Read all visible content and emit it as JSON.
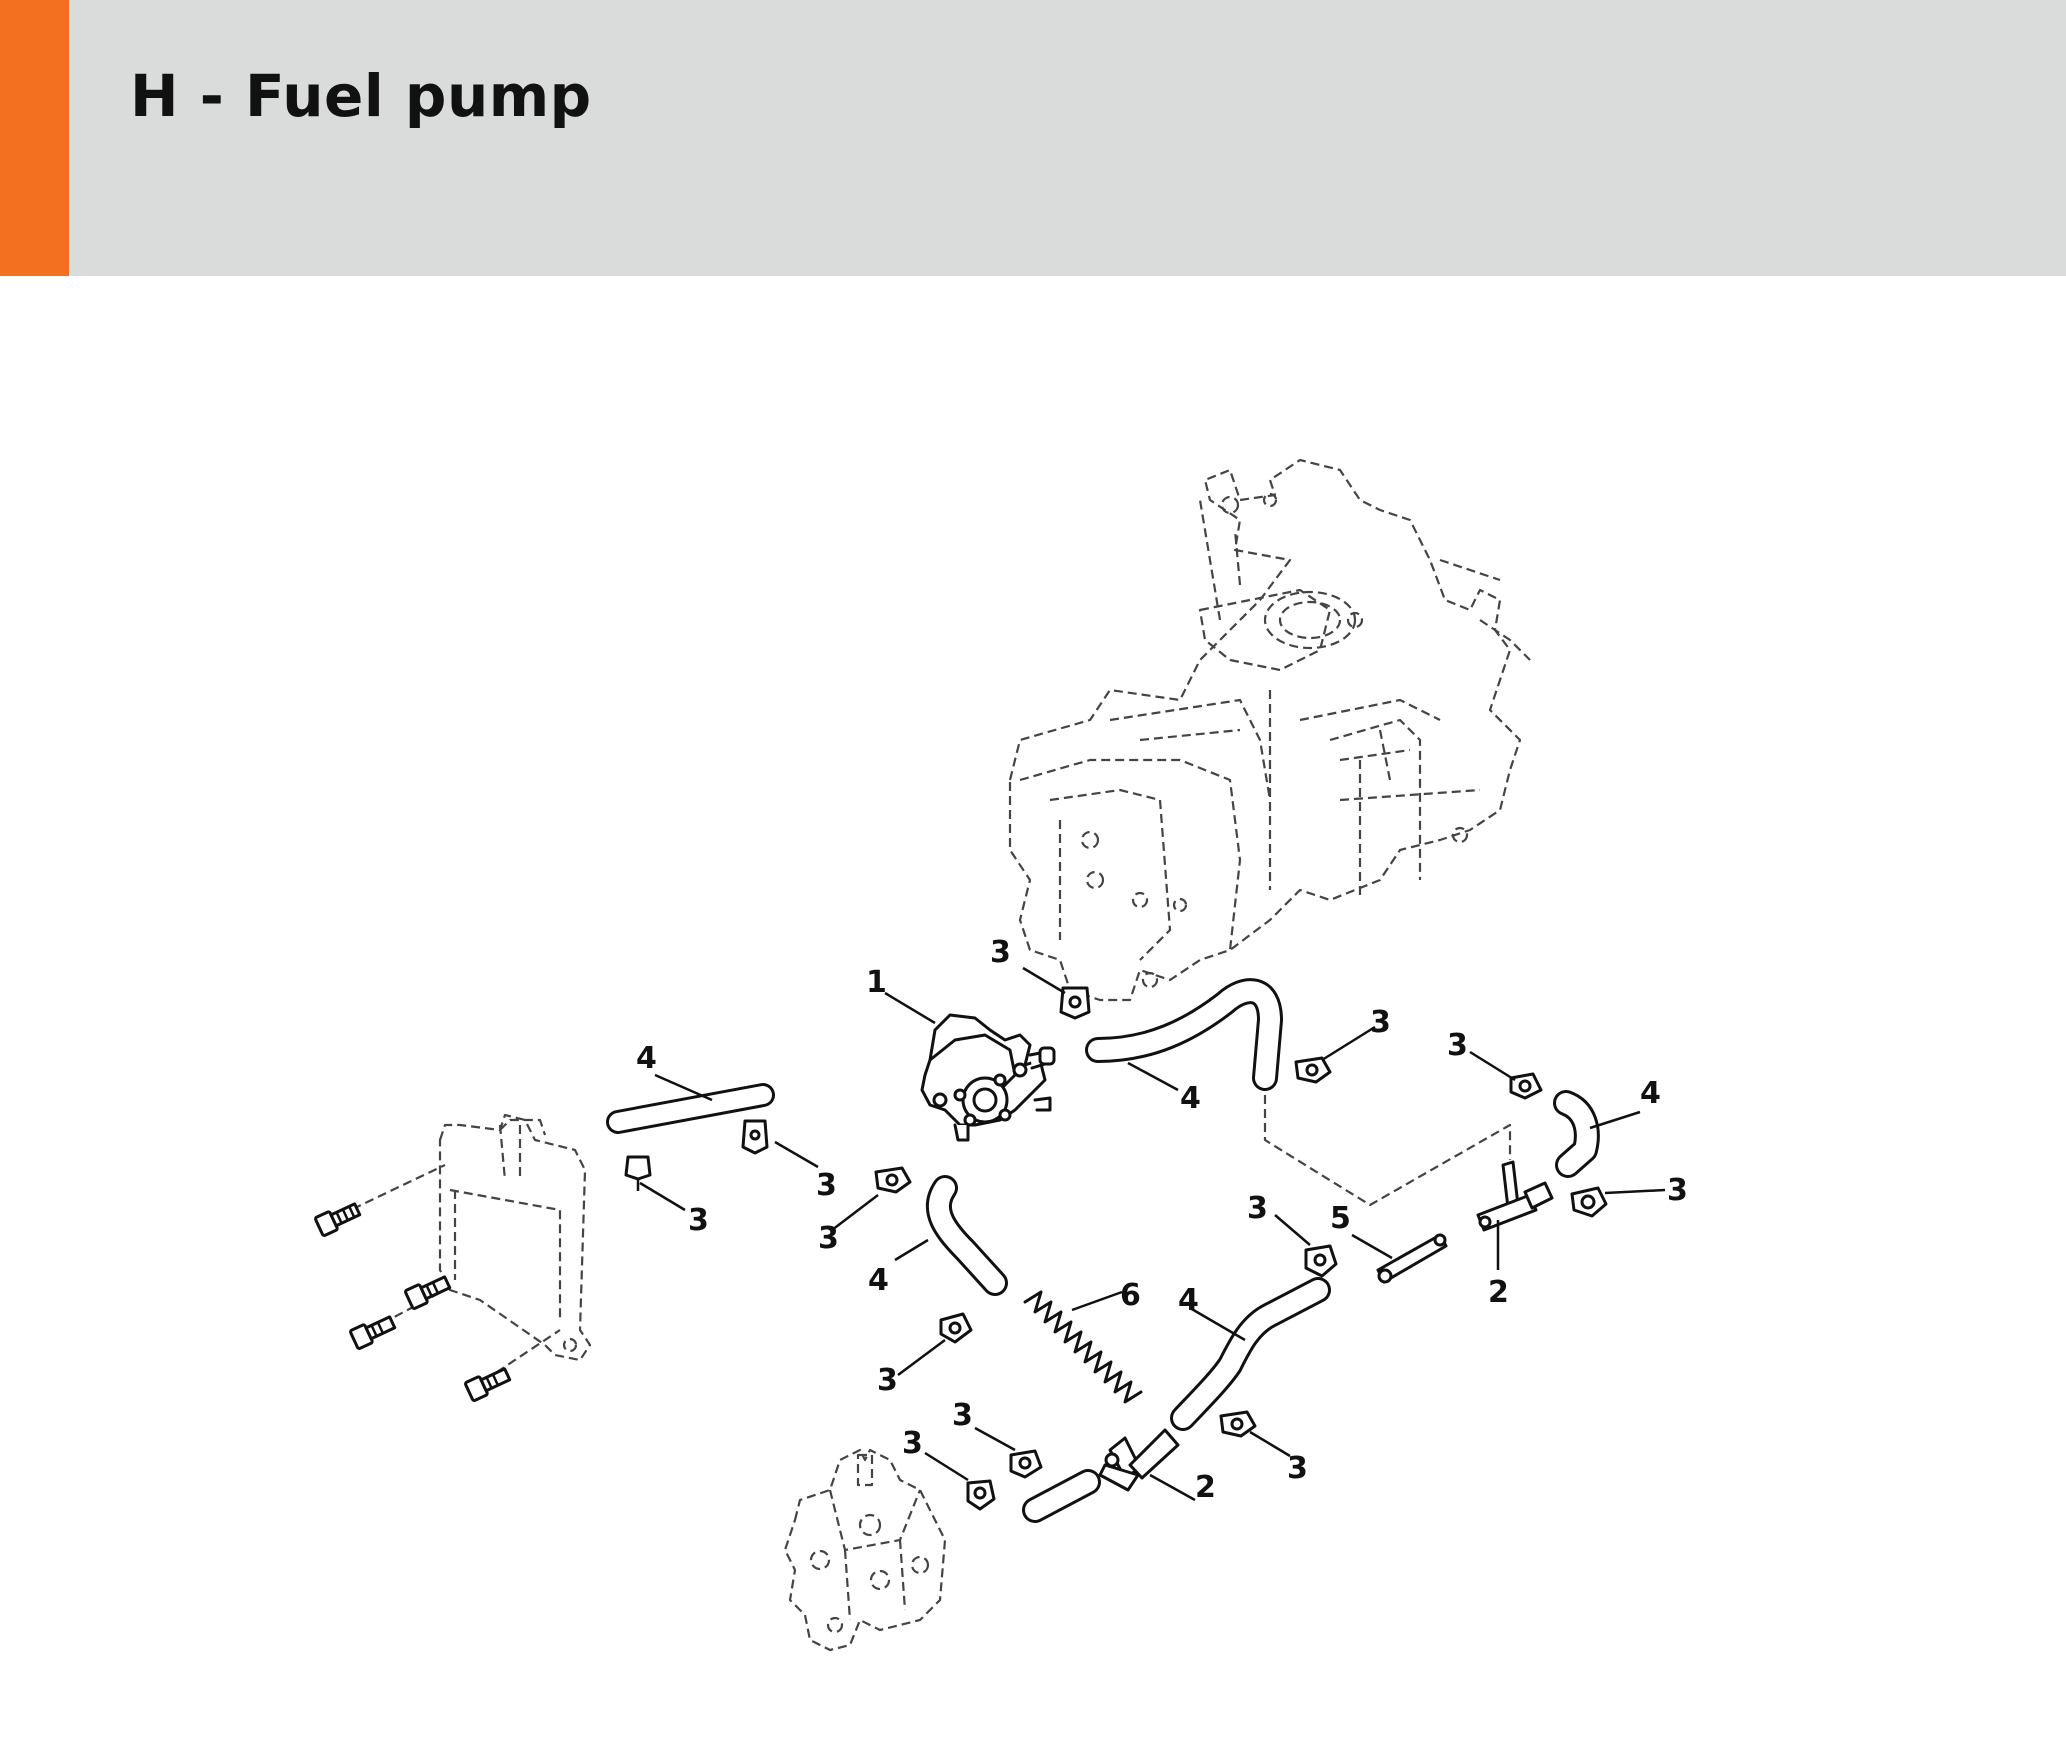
{
  "header": {
    "title": "H - Fuel pump",
    "accent_color": "#f37021",
    "background_color": "#dadbdb"
  },
  "diagram": {
    "callouts": [
      "1",
      "2",
      "3",
      "4",
      "5",
      "6"
    ],
    "parts": [
      {
        "ref": "1",
        "kind": "fuel pump"
      },
      {
        "ref": "2",
        "kind": "hose tee connector"
      },
      {
        "ref": "3",
        "kind": "hose clip"
      },
      {
        "ref": "4",
        "kind": "fuel hose"
      },
      {
        "ref": "5",
        "kind": "straight hose connector"
      },
      {
        "ref": "6",
        "kind": "hose spring"
      }
    ]
  }
}
